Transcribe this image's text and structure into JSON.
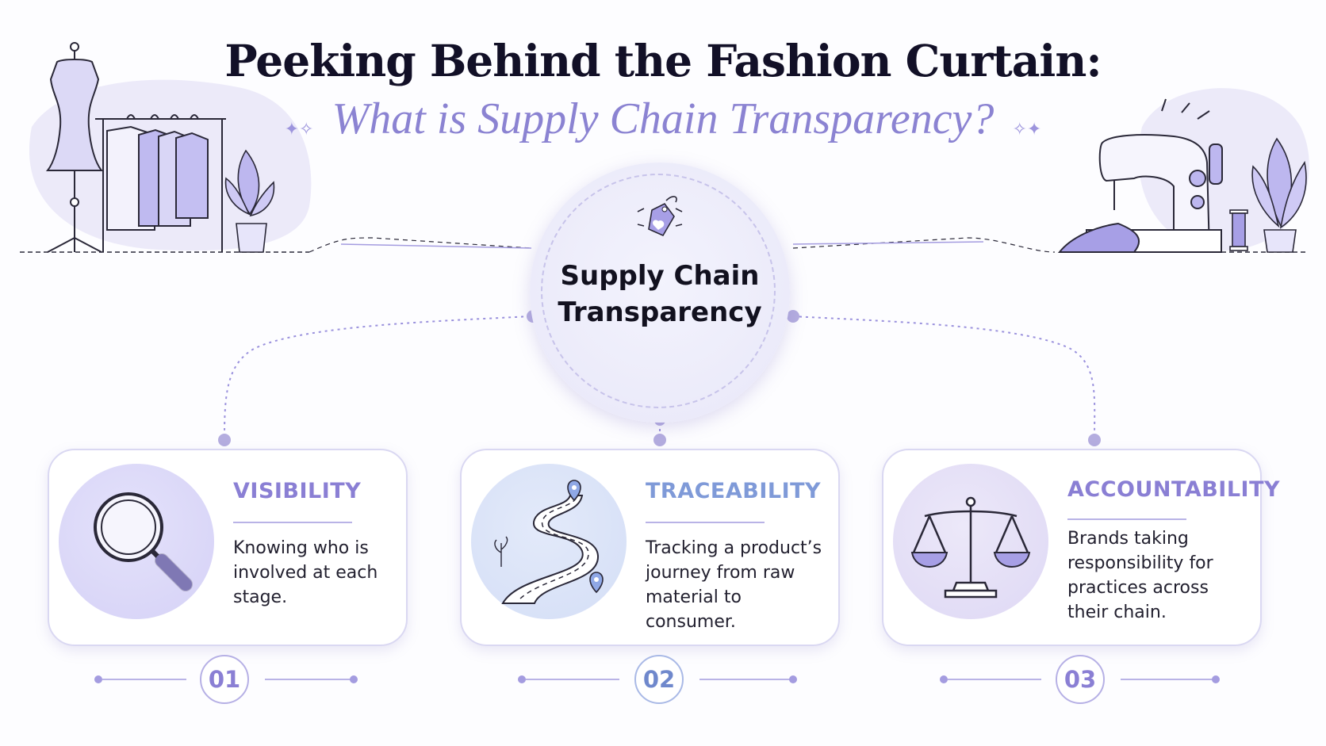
{
  "title": "Peeking Behind the Fashion Curtain:",
  "subtitle": "What is Supply Chain Transparency?",
  "hub": {
    "label": "Supply Chain Transparency",
    "icon": "heart-tag-icon"
  },
  "cards": [
    {
      "number": "01",
      "title": "VISIBILITY",
      "description": "Knowing who is involved at each stage.",
      "icon": "magnifying-glass-icon"
    },
    {
      "number": "02",
      "title": "TRACEABILITY",
      "description": "Tracking a product’s journey from raw material to consumer.",
      "icon": "winding-road-icon"
    },
    {
      "number": "03",
      "title": "ACCOUNTABILITY",
      "description": "Brands taking responsibility for practices across their chain.",
      "icon": "balance-scale-icon"
    }
  ],
  "decorations": [
    "dress-form-icon",
    "clothing-rack-icon",
    "potted-plant-icon",
    "sewing-machine-icon",
    "thread-spool-icon",
    "fabric-icon",
    "sparkle-icon"
  ],
  "colors": {
    "accent": "#8a7fd4",
    "light_accent": "#e4e2fb",
    "title": "#121027"
  }
}
